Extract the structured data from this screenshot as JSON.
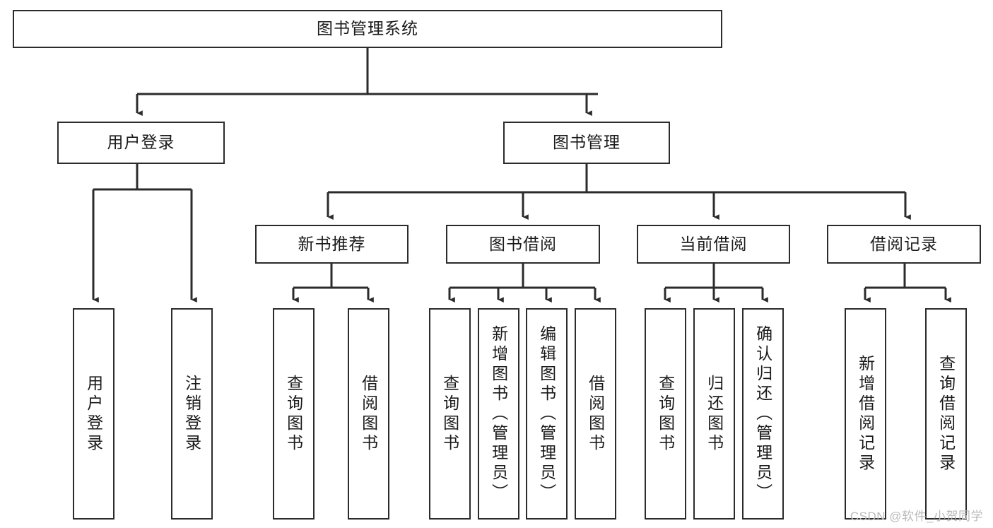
{
  "diagram": {
    "type": "tree-hierarchy",
    "title": "图书管理系统",
    "watermark": "CSDN @软件_小贺同学",
    "colors": {
      "background": "#ffffff",
      "stroke": "#2b2b2b",
      "text": "#1a1a1a",
      "watermark": "#b9b9b9"
    },
    "levels": {
      "root": {
        "label": "图书管理系统"
      },
      "level2": [
        {
          "id": "user-login",
          "label": "用户登录"
        },
        {
          "id": "book-manage",
          "label": "图书管理"
        }
      ],
      "level3": [
        {
          "id": "new-book-rec",
          "label": "新书推荐"
        },
        {
          "id": "book-borrow",
          "label": "图书借阅"
        },
        {
          "id": "current-borrow",
          "label": "当前借阅"
        },
        {
          "id": "borrow-record",
          "label": "借阅记录"
        }
      ],
      "leaves": {
        "user-login": [
          {
            "id": "leaf-user-login",
            "label": "用户登录"
          },
          {
            "id": "leaf-logout",
            "label": "注销登录"
          }
        ],
        "new-book-rec": [
          {
            "id": "leaf-query-book-1",
            "label": "查询图书"
          },
          {
            "id": "leaf-borrow-book-1",
            "label": "借阅图书"
          }
        ],
        "book-borrow": [
          {
            "id": "leaf-query-book-2",
            "label": "查询图书"
          },
          {
            "id": "leaf-add-book",
            "label": "新增图书（管理员）"
          },
          {
            "id": "leaf-edit-book",
            "label": "编辑图书（管理员）"
          },
          {
            "id": "leaf-borrow-book-2",
            "label": "借阅图书"
          }
        ],
        "current-borrow": [
          {
            "id": "leaf-query-book-3",
            "label": "查询图书"
          },
          {
            "id": "leaf-return-book",
            "label": "归还图书"
          },
          {
            "id": "leaf-confirm-return",
            "label": "确认归还（管理员）"
          }
        ],
        "borrow-record": [
          {
            "id": "leaf-add-record",
            "label": "新增借阅记录"
          },
          {
            "id": "leaf-query-record",
            "label": "查询借阅记录"
          }
        ]
      }
    }
  }
}
